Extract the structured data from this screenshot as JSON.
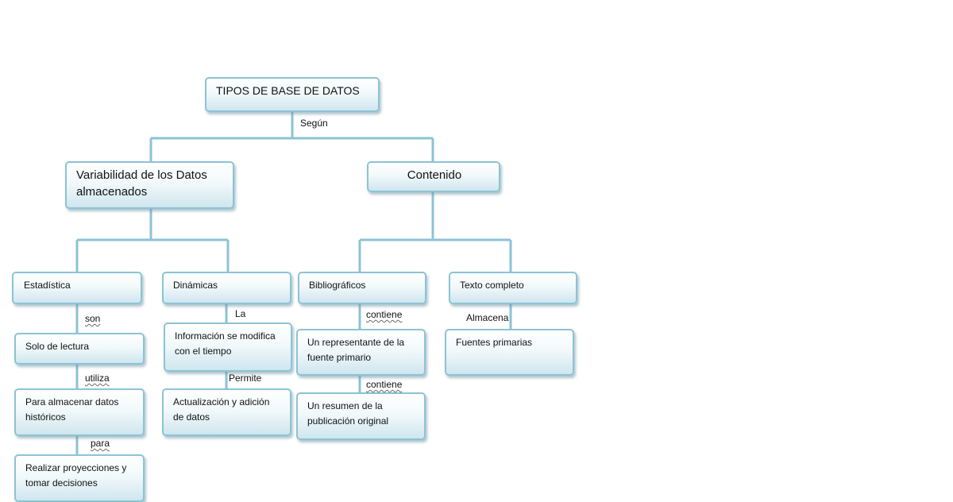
{
  "nodes": {
    "root": "TIPOS DE BASE DE DATOS",
    "variabilidad": "Variabilidad de los Datos almacenados",
    "contenido": "Contenido",
    "estadistica": "Estadística",
    "dinamicas": "Dinámicas",
    "bibliograficos": "Bibliográficos",
    "texto_completo": "Texto completo",
    "solo_lectura": "Solo de lectura",
    "almacenar_historicos": "Para almacenar datos históricos",
    "proyecciones": "Realizar proyecciones y tomar decisiones",
    "info_modifica": "Información se modifica con el tiempo",
    "actualizacion": "Actualización y adición de datos",
    "representante": "Un representante de la fuente primario",
    "resumen": "Un resumen de la publicación original",
    "fuentes_primarias": "Fuentes primarias"
  },
  "links": {
    "segun": "Según",
    "son": "son",
    "utiliza": "utiliza",
    "para": "para",
    "la": "La",
    "permite": "Permite",
    "contiene_1": "contiene",
    "contiene_2": "contiene",
    "almacena": "Almacena"
  },
  "colors": {
    "border": "#8cc3d4",
    "connector": "#8cc3d4",
    "fill_bottom": "#cfe6ee"
  }
}
